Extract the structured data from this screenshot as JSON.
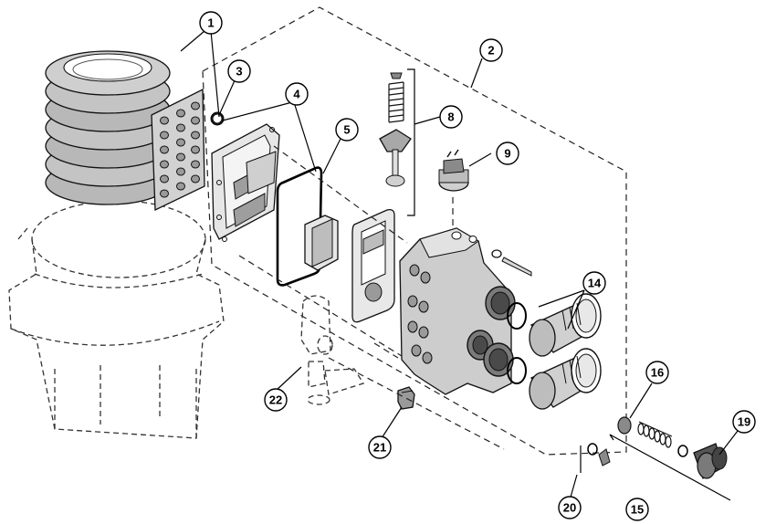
{
  "callouts": [
    {
      "label": "1"
    },
    {
      "label": "2"
    },
    {
      "label": "3"
    },
    {
      "label": "4"
    },
    {
      "label": "5"
    },
    {
      "label": "8"
    },
    {
      "label": "9"
    },
    {
      "label": "14"
    },
    {
      "label": "15"
    },
    {
      "label": "16"
    },
    {
      "label": "19"
    },
    {
      "label": "20"
    },
    {
      "label": "21"
    },
    {
      "label": "22"
    }
  ],
  "colors": {
    "part_fill": "#c8c8c8",
    "part_dark": "#9a9a9a",
    "outline": "#111111",
    "background": "#ffffff"
  }
}
